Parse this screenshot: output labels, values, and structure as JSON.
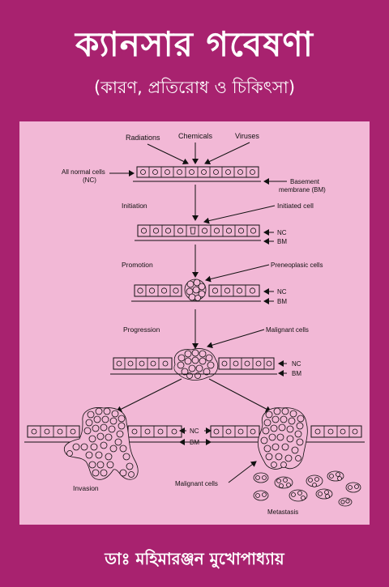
{
  "cover": {
    "title": "ক্যানসার গবেষণা",
    "subtitle": "(কারণ, প্রতিরোধ ও চিকিৎসা)",
    "author": "ডাঃ মহিমারঞ্জন মুখোপাধ্যায়"
  },
  "diagram": {
    "causes": {
      "radiations": "Radiations",
      "chemicals": "Chemicals",
      "viruses": "Viruses"
    },
    "normal_cells": "All normal cells",
    "normal_cells_abbr": "(NC)",
    "basement_membrane": "Basement",
    "basement_membrane_2": "membrane (BM)",
    "stages": {
      "initiation": "Initiation",
      "promotion": "Promotion",
      "progression": "Progression",
      "invasion": "Invasion",
      "metastasis": "Metastasis"
    },
    "cell_labels": {
      "initiated": "Initiated cell",
      "preneoplastic": "Preneoplasic cells",
      "malignant": "Malignant cells",
      "malignant_bottom": "Malignant cells"
    },
    "nc": "NC",
    "bm": "BM",
    "colors": {
      "panel": "#f2b8d6",
      "cover": "#a8226f",
      "ink": "#111111"
    }
  }
}
